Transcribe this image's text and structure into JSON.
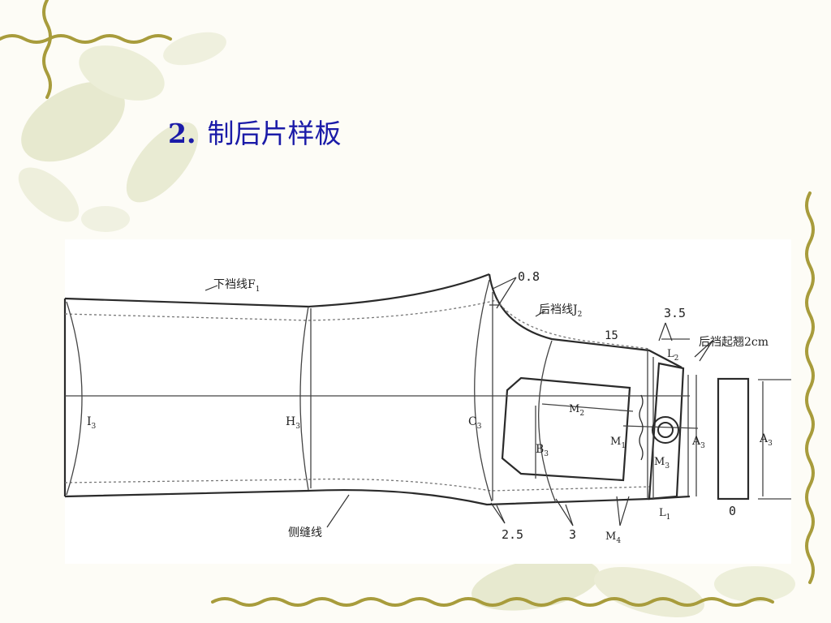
{
  "slide": {
    "number": "2.",
    "title": "制后片样板"
  },
  "colors": {
    "title": "#1b1ba8",
    "vine": "#a89c3c",
    "leaf": "#cfd3a6",
    "line": "#2a2a2a"
  },
  "diagram": {
    "labels": {
      "hem_line": "下裆线F",
      "hem_line_sub": "1",
      "back_crotch_line": "后裆线J",
      "back_crotch_line_sub": "2",
      "back_crotch_rise": "后裆起翘2cm",
      "side_seam": "侧缝线",
      "dim_0_8": "0.8",
      "dim_3_5": "3.5",
      "dim_15": "15",
      "dim_2_5": "2.5",
      "dim_3": "3",
      "zero": "0"
    },
    "points": [
      {
        "name": "I",
        "sub": "3"
      },
      {
        "name": "H",
        "sub": "3"
      },
      {
        "name": "C",
        "sub": "3"
      },
      {
        "name": "B",
        "sub": "3"
      },
      {
        "name": "M",
        "sub": "2"
      },
      {
        "name": "M",
        "sub": "1"
      },
      {
        "name": "M",
        "sub": "3"
      },
      {
        "name": "M",
        "sub": "4"
      },
      {
        "name": "L",
        "sub": "2"
      },
      {
        "name": "L",
        "sub": "1"
      },
      {
        "name": "A",
        "sub": "3"
      },
      {
        "name": "A",
        "sub": "3"
      }
    ]
  }
}
